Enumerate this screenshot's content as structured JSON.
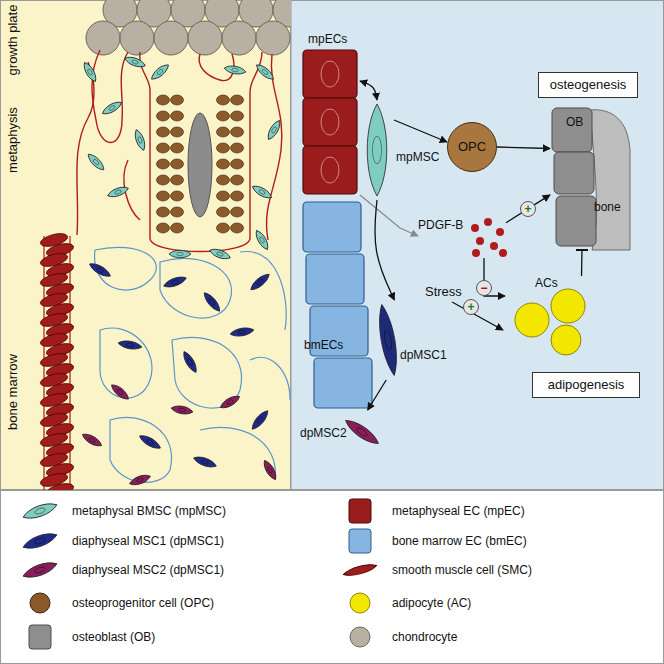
{
  "diagram": {
    "nodes": [
      {
        "text": [
          "mpECs"
        ]
      },
      {
        "text": [
          "osteogenesis"
        ]
      },
      {
        "text": [
          "mpMSC"
        ]
      },
      {
        "text": [
          "OPC"
        ]
      },
      {
        "text": [
          "OB",
          "bone"
        ]
      },
      {
        "text": [
          "PDGF-B"
        ]
      },
      {
        "text": [
          "ACs"
        ]
      },
      {
        "text": [
          "bmECs"
        ]
      },
      {
        "text": [
          "dpMSC1"
        ]
      },
      {
        "text": [
          "dpMSC2"
        ]
      },
      {
        "text": [
          "adipogenesis"
        ]
      }
    ],
    "edges": [
      {
        "from": 2,
        "to": 0,
        "arrow": "both"
      },
      {
        "from": 2,
        "to": 3,
        "arrow": "to"
      },
      {
        "from": 3,
        "to": 4,
        "arrow": "to"
      },
      {
        "from": 0,
        "to": 5,
        "arrow": "to"
      },
      {
        "from": 5,
        "to": 4,
        "arrow": "to",
        "label": "+"
      },
      {
        "from": 5,
        "to": 6,
        "arrow": "to",
        "label": "−"
      },
      {
        "from": 6,
        "to": 4,
        "arrow": "to"
      },
      {
        "from": 2,
        "to": 8,
        "arrow": "to"
      },
      {
        "from": 8,
        "to": 9,
        "arrow": "to"
      }
    ],
    "labels": [
      "growth plate",
      "metaphysis",
      "bone marrow",
      "Stress",
      "+"
    ],
    "legend": [
      {
        "text": "metaphysal BMSC (mpMSC)"
      },
      {
        "text": "metaphyseal EC (mpEC)"
      },
      {
        "text": "diaphyseal MSC1 (dpMSC1)"
      },
      {
        "text": "bone marrow EC (bmEC)"
      },
      {
        "text": "diaphyseal MSC2 (dpMSC1)"
      },
      {
        "text": "smooth muscle cell (SMC)"
      },
      {
        "text": "osteoprogenitor cell (OPC)"
      },
      {
        "text": "adipocyte (AC)"
      },
      {
        "text": "osteoblast (OB)"
      },
      {
        "text": "chondrocyte"
      }
    ]
  }
}
